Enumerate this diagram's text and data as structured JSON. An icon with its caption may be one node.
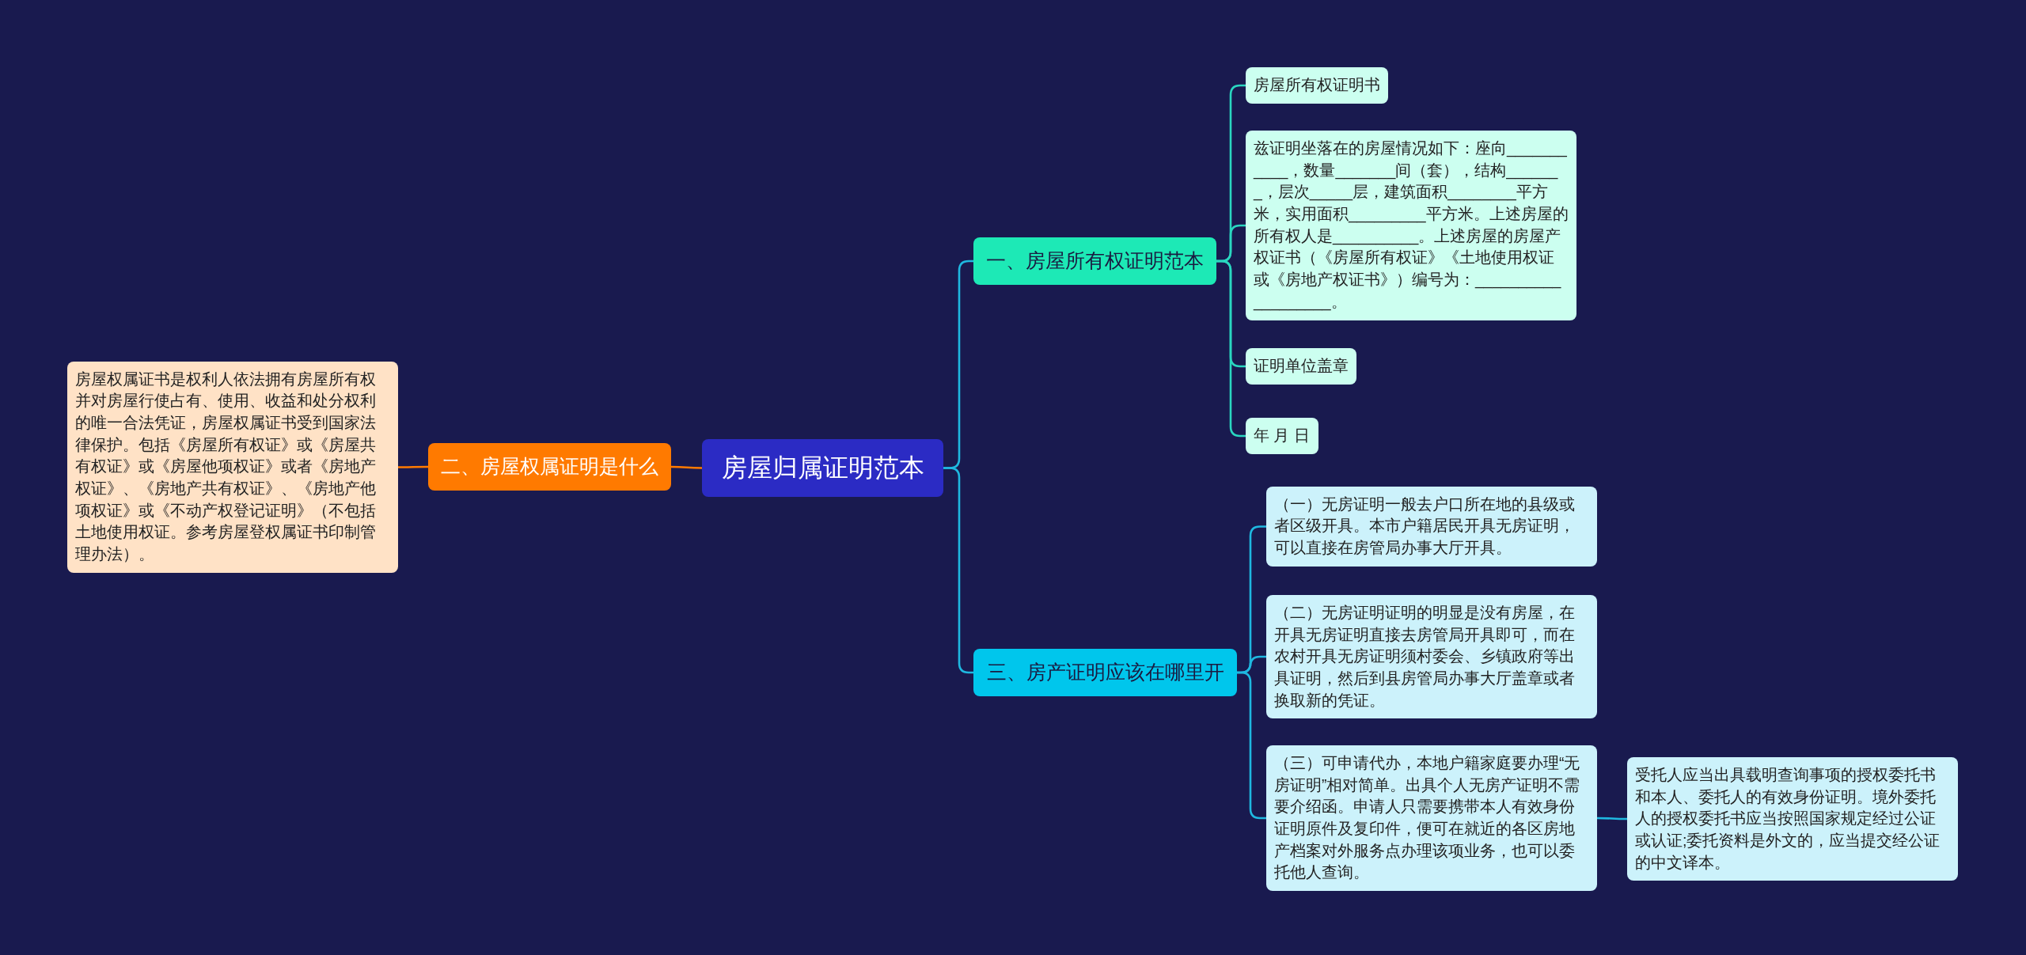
{
  "diagram": {
    "nodes": [
      {
        "text": [
          "房屋归属证明范本"
        ]
      },
      {
        "text": [
          "一、房屋所有权证明范本"
        ]
      },
      {
        "text": [
          "房屋所有权证明书"
        ]
      },
      {
        "text": [
          "兹证明坐落在的房屋情况如下：座向___________，数量_______间（套），结构_______，层次_____层，建筑面积________平方米，实用面积_________平方米。上述房屋的所有权人是__________。上述房屋的房屋产权证书（《房屋所有权证》《土地使用权证或《房地产权证书》）编号为：___________________。"
        ]
      },
      {
        "text": [
          "证明单位盖章"
        ]
      },
      {
        "text": [
          "年 月 日"
        ]
      },
      {
        "text": [
          "二、房屋权属证明是什么"
        ]
      },
      {
        "text": [
          "房屋权属证书是权利人依法拥有房屋所有权并对房屋行使占有、使用、收益和处分权利的唯一合法凭证，房屋权属证书受到国家法律保护。包括《房屋所有权证》或《房屋共有权证》或《房屋他项权证》或者《房地产权证》、《房地产共有权证》、《房地产他项权证》或《不动产权登记证明》（不包括土地使用权证。参考房屋登权属证书印制管理办法）。"
        ]
      },
      {
        "text": [
          "三、房产证明应该在哪里开"
        ]
      },
      {
        "text": [
          "（一）无房证明一般去户口所在地的县级或者区级开具。本市户籍居民开具无房证明，可以直接在房管局办事大厅开具。"
        ]
      },
      {
        "text": [
          "（二）无房证明证明的明显是没有房屋，在开具无房证明直接去房管局开具即可，而在农村开具无房证明须村委会、乡镇政府等出具证明，然后到县房管局办事大厅盖章或者换取新的凭证。"
        ]
      },
      {
        "text": [
          "（三）可申请代办，本地户籍家庭要办理“无房证明”相对简单。出具个人无房产证明不需要介绍函。申请人只需要携带本人有效身份证明原件及复印件，便可在就近的各区房地产档案对外服务点办理该项业务，也可以委托他人查询。"
        ]
      },
      {
        "text": [
          "受托人应当出具载明查询事项的授权委托书和本人、委托人的有效身份证明。境外委托人的授权委托书应当按照国家规定经过公证或认证;委托资料是外文的，应当提交经公证的中文译本。"
        ]
      }
    ],
    "edges": [
      {
        "from": 0,
        "to": 1,
        "arrow": "none"
      },
      {
        "from": 1,
        "to": 2,
        "arrow": "none",
        "color": "#2ad6c0"
      },
      {
        "from": 1,
        "to": 3,
        "arrow": "none",
        "color": "#2ad6c0"
      },
      {
        "from": 1,
        "to": 4,
        "arrow": "none",
        "color": "#2ad6c0"
      },
      {
        "from": 1,
        "to": 5,
        "arrow": "none",
        "color": "#2ad6c0"
      },
      {
        "from": 0,
        "to": 6,
        "arrow": "none",
        "color": "#ff7a00"
      },
      {
        "from": 6,
        "to": 7,
        "arrow": "none",
        "color": "#ff7a00"
      },
      {
        "from": 0,
        "to": 8,
        "arrow": "none"
      },
      {
        "from": 8,
        "to": 9,
        "arrow": "none"
      },
      {
        "from": 8,
        "to": 10,
        "arrow": "none"
      },
      {
        "from": 8,
        "to": 11,
        "arrow": "none"
      },
      {
        "from": 11,
        "to": 12,
        "arrow": "none"
      }
    ]
  }
}
